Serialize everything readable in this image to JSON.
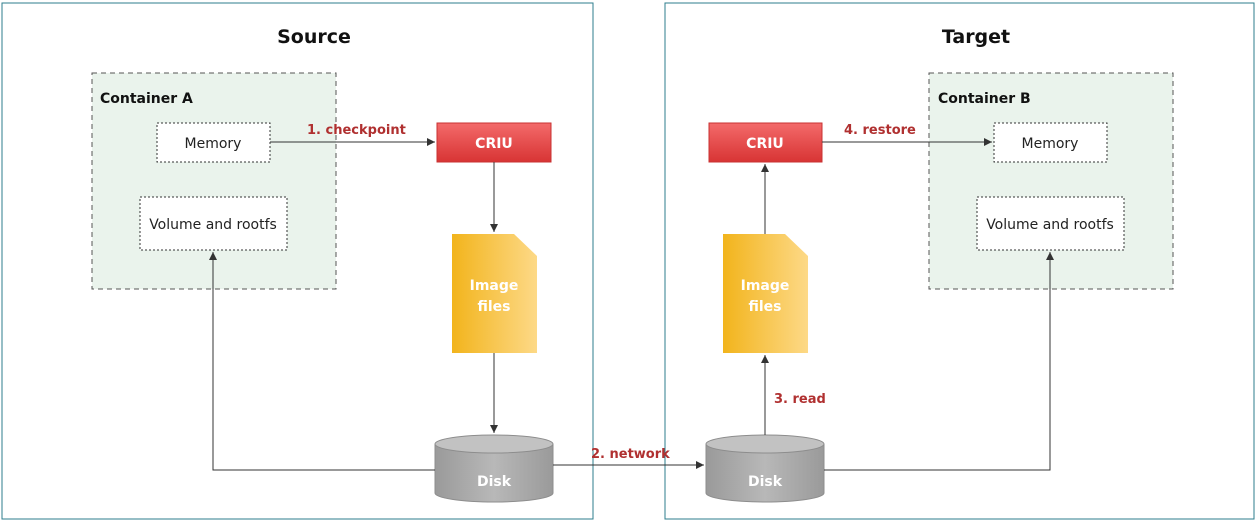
{
  "source": {
    "title": "Source",
    "container_title": "Container A",
    "memory_label": "Memory",
    "volume_label": "Volume and rootfs",
    "criu_label": "CRIU",
    "image_label_line1": "Image",
    "image_label_line2": "files",
    "disk_label": "Disk"
  },
  "target": {
    "title": "Target",
    "container_title": "Container B",
    "memory_label": "Memory",
    "volume_label": "Volume and rootfs",
    "criu_label": "CRIU",
    "image_label_line1": "Image",
    "image_label_line2": "files",
    "disk_label": "Disk"
  },
  "steps": {
    "checkpoint": "1. checkpoint",
    "network": "2. network",
    "read": "3. read",
    "restore": "4. restore"
  },
  "colors": {
    "criu_top": "#f05a5a",
    "criu_bottom": "#d93a3a",
    "image_left": "#f2b824",
    "image_right": "#fddc8a",
    "disk": "#a9a9a9",
    "container_fill": "#eaf3ec",
    "panel_border": "#2e7d8c",
    "step_text": "#b03030"
  }
}
